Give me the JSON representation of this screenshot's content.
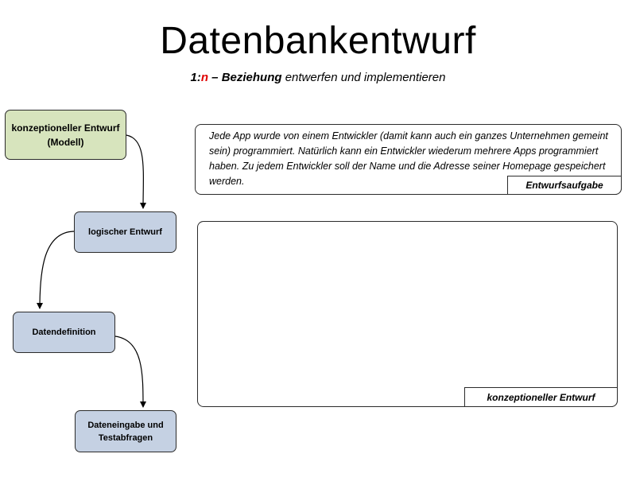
{
  "title": "Datenbankentwurf",
  "subtitle": {
    "one": "1:",
    "n": "n",
    "dash_relation": " – Beziehung",
    "rest": " entwerfen und implementieren"
  },
  "steps": [
    {
      "label": "konzeptioneller Entwurf (Modell)",
      "color": "#d7e4bd"
    },
    {
      "label": "logischer Entwurf",
      "color": "#c5d1e3"
    },
    {
      "label": "Datendefinition",
      "color": "#c5d1e3"
    },
    {
      "label": "Dateneingabe und Testabfragen",
      "color": "#c5d1e3"
    }
  ],
  "task": {
    "text": "Jede App wurde von einem Entwickler (damit kann auch ein ganzes Unternehmen gemeint sein) programmiert. Natürlich kann ein Entwickler wiederum mehrere Apps programmiert haben. Zu jedem Entwickler soll der Name und die Adresse seiner Homepage gespeichert werden.",
    "label": "Entwurfsaufgabe"
  },
  "design": {
    "label": "konzeptioneller Entwurf"
  },
  "colors": {
    "highlight_red": "#e00000",
    "step_green": "#d7e4bd",
    "step_blue": "#c5d1e3"
  }
}
